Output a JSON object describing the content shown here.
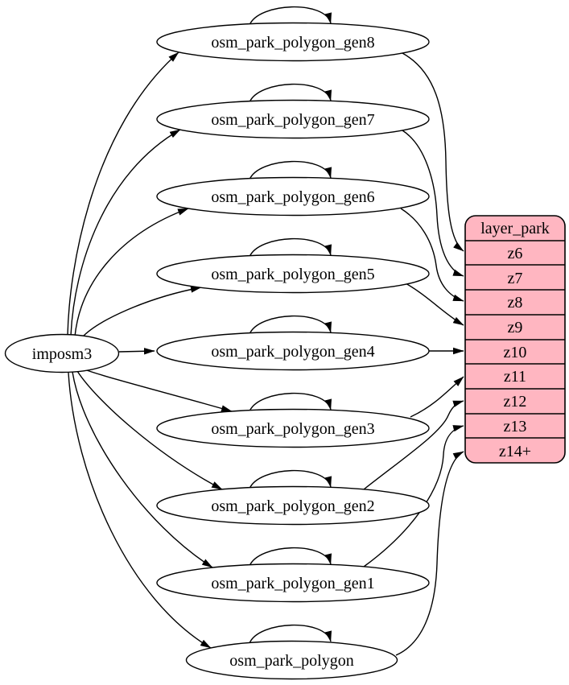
{
  "diagram": {
    "kind": "graphviz-digraph",
    "background_color": "#ffffff",
    "edge_color": "#000000",
    "source_node": {
      "label": "imposm3"
    },
    "table_nodes": [
      {
        "id": "osm_park_polygon_gen8",
        "label": "osm_park_polygon_gen8"
      },
      {
        "id": "osm_park_polygon_gen7",
        "label": "osm_park_polygon_gen7"
      },
      {
        "id": "osm_park_polygon_gen6",
        "label": "osm_park_polygon_gen6"
      },
      {
        "id": "osm_park_polygon_gen5",
        "label": "osm_park_polygon_gen5"
      },
      {
        "id": "osm_park_polygon_gen4",
        "label": "osm_park_polygon_gen4"
      },
      {
        "id": "osm_park_polygon_gen3",
        "label": "osm_park_polygon_gen3"
      },
      {
        "id": "osm_park_polygon_gen2",
        "label": "osm_park_polygon_gen2"
      },
      {
        "id": "osm_park_polygon_gen1",
        "label": "osm_park_polygon_gen1"
      },
      {
        "id": "osm_park_polygon",
        "label": "osm_park_polygon"
      }
    ],
    "layer_node": {
      "title": "layer_park",
      "fill_color": "#ffb6c1",
      "rows": [
        {
          "label": "z6"
        },
        {
          "label": "z7"
        },
        {
          "label": "z8"
        },
        {
          "label": "z9"
        },
        {
          "label": "z10"
        },
        {
          "label": "z11"
        },
        {
          "label": "z12"
        },
        {
          "label": "z13"
        },
        {
          "label": "z14+"
        }
      ]
    },
    "edges": [
      {
        "from": "imposm3",
        "to": "osm_park_polygon_gen8"
      },
      {
        "from": "imposm3",
        "to": "osm_park_polygon_gen7"
      },
      {
        "from": "imposm3",
        "to": "osm_park_polygon_gen6"
      },
      {
        "from": "imposm3",
        "to": "osm_park_polygon_gen5"
      },
      {
        "from": "imposm3",
        "to": "osm_park_polygon_gen4"
      },
      {
        "from": "imposm3",
        "to": "osm_park_polygon_gen3"
      },
      {
        "from": "imposm3",
        "to": "osm_park_polygon_gen2"
      },
      {
        "from": "imposm3",
        "to": "osm_park_polygon_gen1"
      },
      {
        "from": "imposm3",
        "to": "osm_park_polygon"
      },
      {
        "from": "osm_park_polygon_gen8",
        "to": "osm_park_polygon_gen8",
        "type": "self-loop"
      },
      {
        "from": "osm_park_polygon_gen7",
        "to": "osm_park_polygon_gen7",
        "type": "self-loop"
      },
      {
        "from": "osm_park_polygon_gen6",
        "to": "osm_park_polygon_gen6",
        "type": "self-loop"
      },
      {
        "from": "osm_park_polygon_gen5",
        "to": "osm_park_polygon_gen5",
        "type": "self-loop"
      },
      {
        "from": "osm_park_polygon_gen4",
        "to": "osm_park_polygon_gen4",
        "type": "self-loop"
      },
      {
        "from": "osm_park_polygon_gen3",
        "to": "osm_park_polygon_gen3",
        "type": "self-loop"
      },
      {
        "from": "osm_park_polygon_gen2",
        "to": "osm_park_polygon_gen2",
        "type": "self-loop"
      },
      {
        "from": "osm_park_polygon_gen1",
        "to": "osm_park_polygon_gen1",
        "type": "self-loop"
      },
      {
        "from": "osm_park_polygon",
        "to": "osm_park_polygon",
        "type": "self-loop"
      },
      {
        "from": "osm_park_polygon_gen8",
        "to": "layer_park:z6"
      },
      {
        "from": "osm_park_polygon_gen7",
        "to": "layer_park:z7"
      },
      {
        "from": "osm_park_polygon_gen6",
        "to": "layer_park:z8"
      },
      {
        "from": "osm_park_polygon_gen5",
        "to": "layer_park:z9"
      },
      {
        "from": "osm_park_polygon_gen4",
        "to": "layer_park:z10"
      },
      {
        "from": "osm_park_polygon_gen3",
        "to": "layer_park:z11"
      },
      {
        "from": "osm_park_polygon_gen2",
        "to": "layer_park:z12"
      },
      {
        "from": "osm_park_polygon_gen1",
        "to": "layer_park:z13"
      },
      {
        "from": "osm_park_polygon",
        "to": "layer_park:z14+"
      }
    ]
  }
}
